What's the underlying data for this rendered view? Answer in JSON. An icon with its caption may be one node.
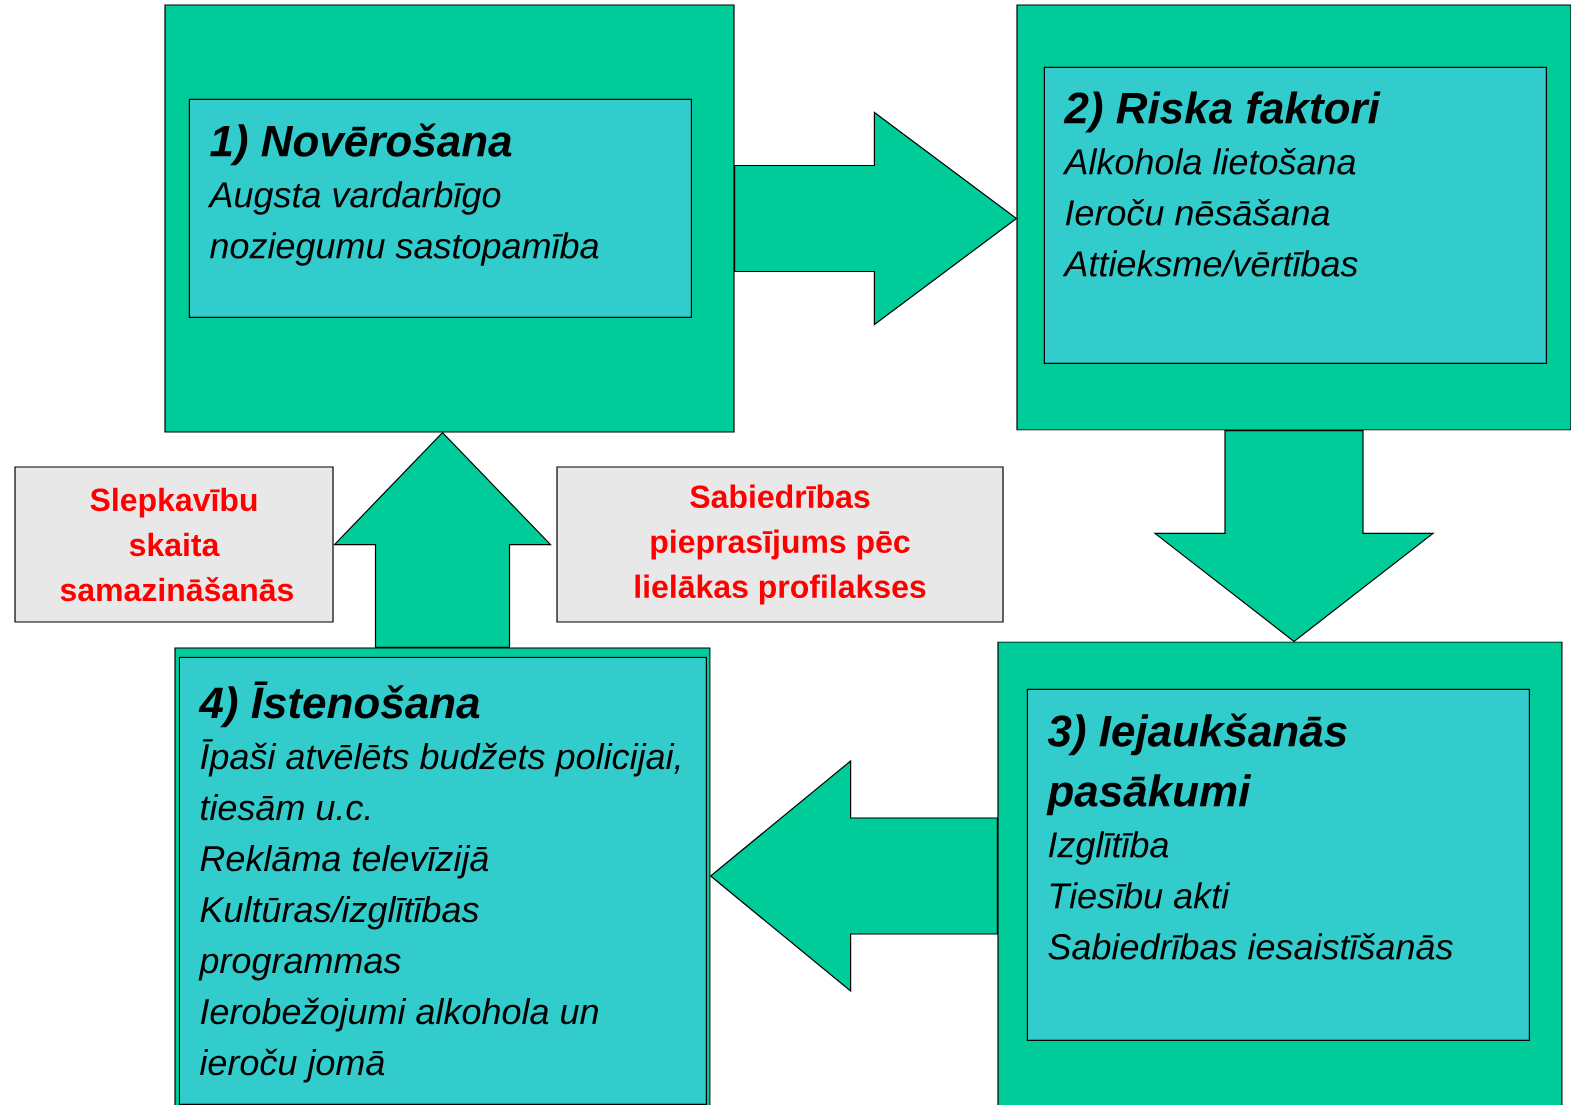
{
  "diagram": {
    "nodes": [
      {
        "text": [],
        "shape": "box"
      },
      {
        "text": [
          "1) Novērošana",
          "Augsta vardarbīgo noziegumu sastopamība"
        ],
        "in": 0
      },
      {
        "text": [],
        "shape": "box"
      },
      {
        "text": [
          "2) Riska faktori",
          "Alkohola lietošana",
          "Ieroču nēsāšana",
          "Attieksme/vērtības"
        ],
        "in": 2
      },
      {
        "text": [],
        "shape": "box"
      },
      {
        "text": [
          "3) Iejaukšanās pasākumi",
          "Izglītība",
          "Tiesību akti",
          "Sabiedrības iesaistīšanās"
        ],
        "in": 4
      },
      {
        "text": [],
        "shape": "box"
      },
      {
        "text": [
          "4) Īstenošana",
          "Īpaši atvēlēts budžets policijai, tiesām u.c.",
          "Reklāma televīzijā",
          "Kultūras/izglītības programmas",
          "Ierobežojumi alkohola un ieroču jomā"
        ],
        "in": 6
      },
      {
        "text": [
          "Slepkavību skaita samazināšanās"
        ]
      },
      {
        "text": [
          "Sabiedrības pieprasījums pēc lielākas profilakses"
        ]
      }
    ],
    "edges": [
      {
        "from": 0,
        "to": 2,
        "arrow": "to"
      },
      {
        "from": 2,
        "to": 4,
        "arrow": "to"
      },
      {
        "from": 4,
        "to": 6,
        "arrow": "to"
      },
      {
        "from": 6,
        "to": 0,
        "arrow": "to"
      }
    ]
  }
}
